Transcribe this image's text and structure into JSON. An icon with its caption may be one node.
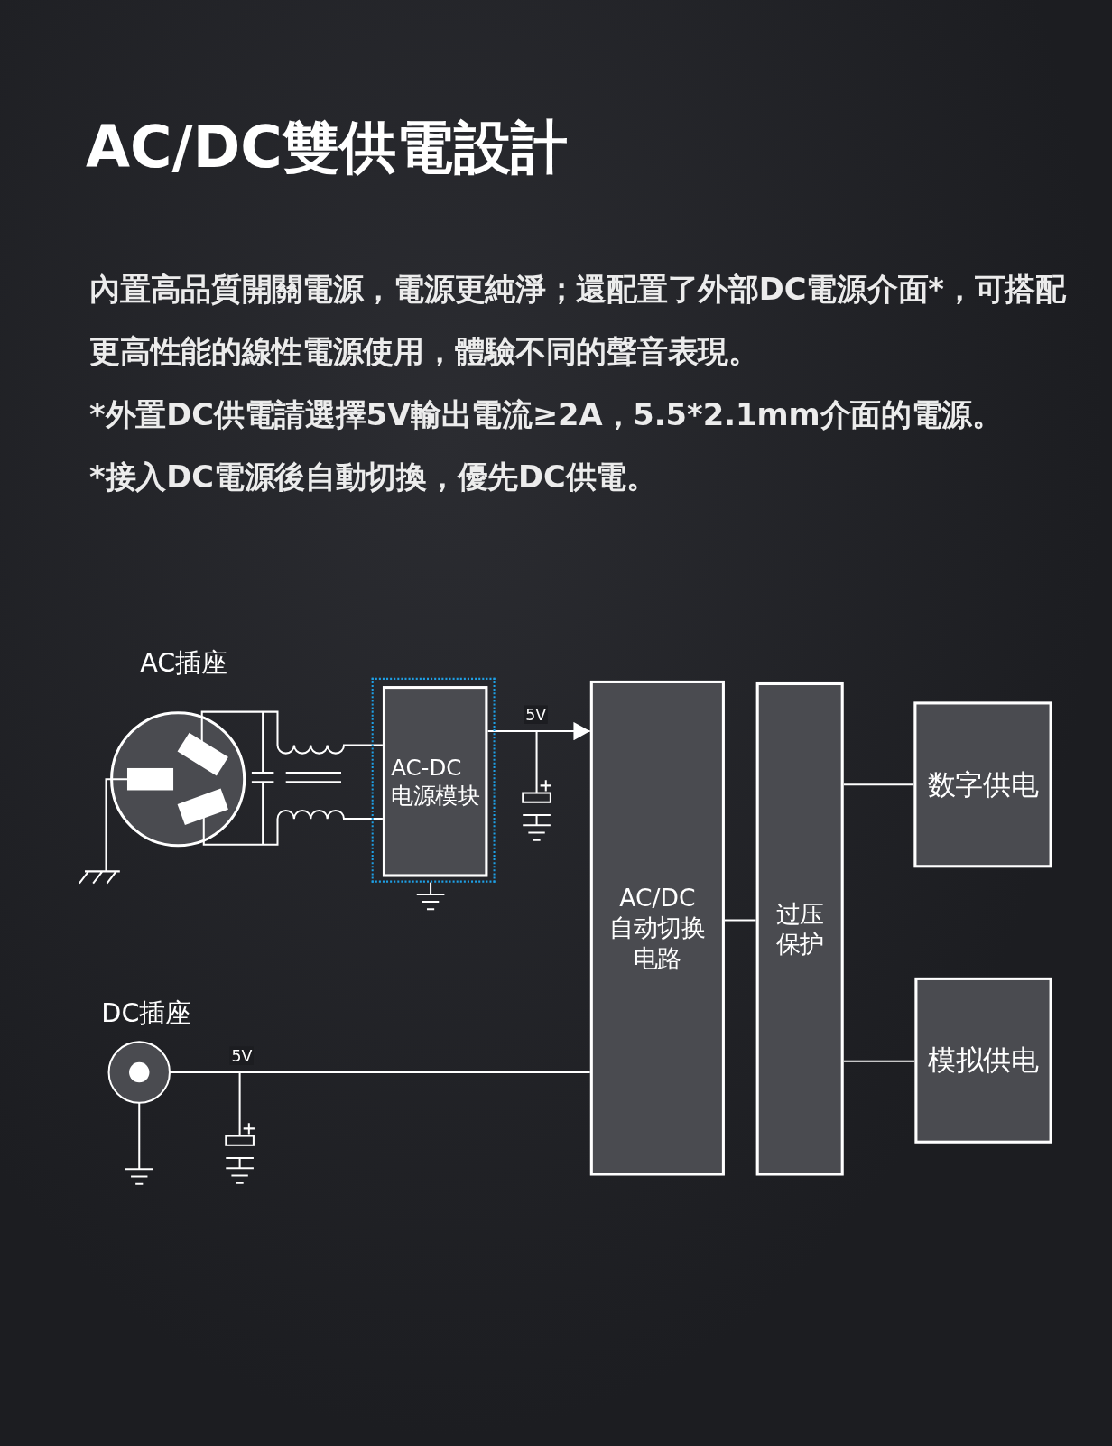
{
  "diagram": {
    "title": "AC/DC雙供電設計",
    "nodes": [
      {
        "text": [
          "AC插座"
        ]
      },
      {
        "text": [],
        "shape": "box"
      },
      {
        "text": [
          "AC-DC 电源模块"
        ],
        "in": 1
      },
      {
        "text": [
          "AC/DC 自动切换电路"
        ]
      },
      {
        "text": [
          "过压保护"
        ]
      },
      {
        "text": [
          "数字供电"
        ]
      },
      {
        "text": [
          "模拟供电"
        ]
      },
      {
        "text": [
          "DC插座"
        ]
      }
    ],
    "edges": [
      {
        "from": 0,
        "to": 2,
        "arrow": "none"
      },
      {
        "from": 0,
        "to": 2,
        "arrow": "none"
      },
      {
        "from": 2,
        "to": 3,
        "arrow": "to",
        "label": "5V"
      },
      {
        "from": 7,
        "to": 3,
        "arrow": "none",
        "label": "5V"
      },
      {
        "from": 3,
        "to": 4,
        "arrow": "none"
      },
      {
        "from": 4,
        "to": 5,
        "arrow": "none"
      },
      {
        "from": 4,
        "to": 6,
        "arrow": "none"
      }
    ],
    "labels": [
      "內置高品質開關電源，電源更純淨；還配置了外部DC電源介面*，可搭配更高性能的線性電源使用，體驗不同的聲音表現。",
      "*外置DC供電請選擇5V輸出電流≥2A，5.5*2.1mm介面的電源。",
      "*接入DC電源後自動切換，優先DC供電。"
    ]
  }
}
